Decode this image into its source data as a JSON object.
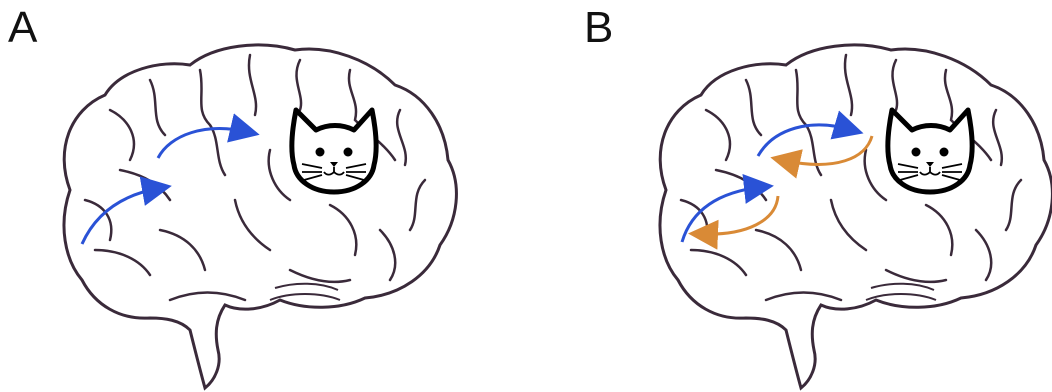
{
  "panels": [
    {
      "label": "A",
      "arrows": {
        "feedforward": 2,
        "feedback": 0
      }
    },
    {
      "label": "B",
      "arrows": {
        "feedforward": 2,
        "feedback": 2
      }
    }
  ],
  "icons": {
    "brain": "brain-icon",
    "cat": "cat-face-icon"
  },
  "colors": {
    "brain_outline": "#3a2a3a",
    "brain_fill": "#ffffff",
    "feedforward_arrow": "#2a52d6",
    "feedback_arrow": "#d98a36",
    "cat": "#000000"
  }
}
